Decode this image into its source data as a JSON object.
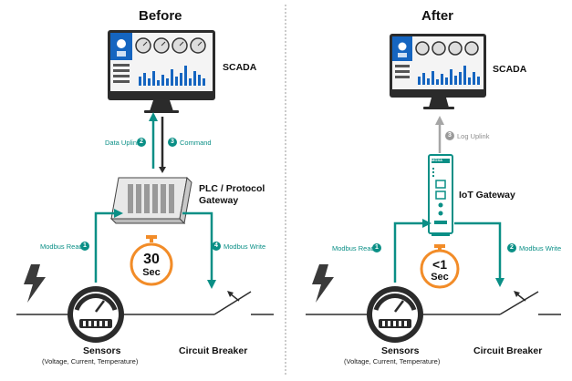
{
  "before": {
    "title": "Before",
    "scada_label": "SCADA",
    "data_uplink": {
      "label": "Data Uplink",
      "step": "2"
    },
    "command": {
      "label": "Command",
      "step": "3"
    },
    "gateway_label_line1": "PLC / Protocol",
    "gateway_label_line2": "Gateway",
    "modbus_read": {
      "label": "Modbus Read",
      "step": "1"
    },
    "modbus_write": {
      "label": "Modbus Write",
      "step": "4"
    },
    "timer": {
      "value": "30",
      "unit": "Sec"
    },
    "sensors_label": "Sensors",
    "sensors_sub": "(Voltage, Current, Temperature)",
    "breaker_label": "Circuit Breaker"
  },
  "after": {
    "title": "After",
    "scada_label": "SCADA",
    "log_uplink": {
      "label": "Log Uplink",
      "step": "3"
    },
    "gateway_label": "IoT Gateway",
    "gateway_brand": "MOXA",
    "modbus_read": {
      "label": "Modbus Read",
      "step": "1"
    },
    "modbus_write": {
      "label": "Modbus Write",
      "step": "2"
    },
    "timer": {
      "value": "<1",
      "unit": "Sec"
    },
    "sensors_label": "Sensors",
    "sensors_sub": "(Voltage, Current, Temperature)",
    "breaker_label": "Circuit Breaker"
  },
  "colors": {
    "teal": "#0a8f86",
    "orange": "#f28c28",
    "gray_arrow": "#a6a6a6",
    "dark": "#222222",
    "screen_blue": "#1565c0"
  }
}
